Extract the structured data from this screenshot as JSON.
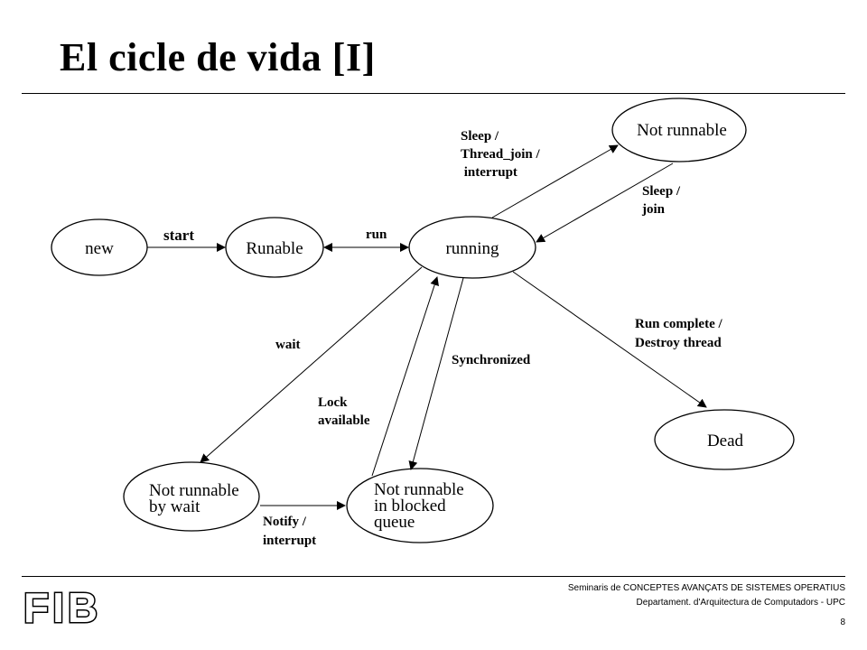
{
  "slide": {
    "title": "El cicle de vida [I]",
    "page_number": "8"
  },
  "states": {
    "new": "new",
    "runable": "Runable",
    "running": "running",
    "not_runnable": "Not runnable",
    "dead": "Dead",
    "by_wait": [
      "Not runnable",
      "by wait"
    ],
    "blocked_queue": [
      "Not runnable",
      "in blocked",
      "queue"
    ]
  },
  "transitions": {
    "start": "start",
    "run": "run",
    "sleep_join_interrupt": [
      "Sleep /",
      "Thread_join /",
      " interrupt"
    ],
    "sleep_join": [
      "Sleep /",
      "join"
    ],
    "wait": "wait",
    "synchronized": "Synchronized",
    "lock_available": [
      "Lock",
      "available"
    ],
    "run_complete": [
      "Run complete /",
      "Destroy thread"
    ],
    "notify_interrupt": [
      "Notify /",
      "interrupt"
    ]
  },
  "footer": {
    "line1": "Seminaris de CONCEPTES AVANÇATS DE SISTEMES OPERATIUS",
    "line2": "Departament.  d'Arquitectura de Computadors - UPC"
  },
  "logo": {
    "text": "FIB"
  }
}
